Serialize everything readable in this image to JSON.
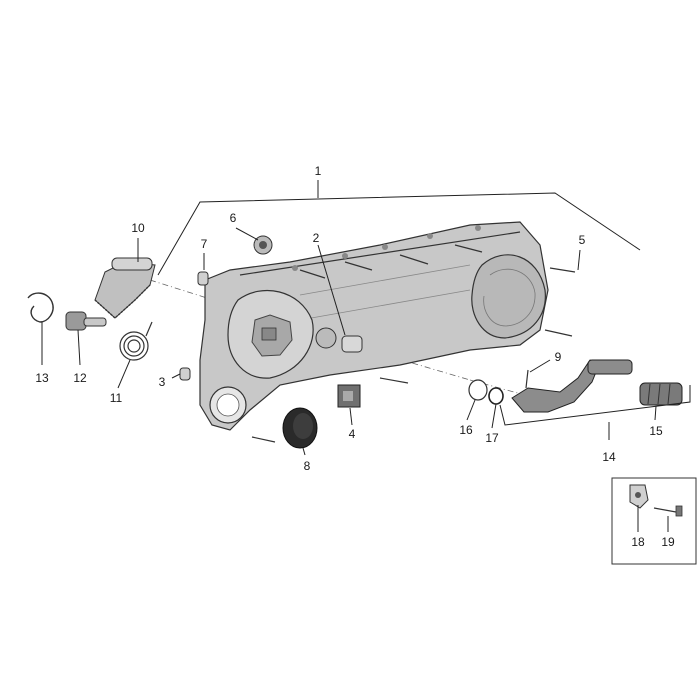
{
  "labels": {
    "p1": "1",
    "p2": "2",
    "p3": "3",
    "p4": "4",
    "p5": "5",
    "p6": "6",
    "p7": "7",
    "p8": "8",
    "p9": "9",
    "p10": "10",
    "p11": "11",
    "p12": "12",
    "p13": "13",
    "p14": "14",
    "p15": "15",
    "p16": "16",
    "p17": "17",
    "p18": "18",
    "p19": "19"
  },
  "colors": {
    "part_fill": "#c8c8c8",
    "part_dark": "#8a8a8a",
    "line": "#222222"
  }
}
